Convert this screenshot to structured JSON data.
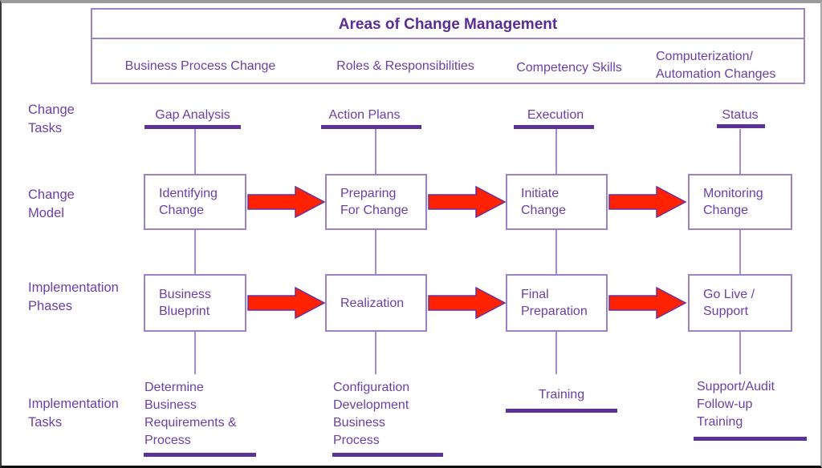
{
  "title": "Areas of Change Management",
  "row_labels": {
    "change_tasks": "Change Tasks",
    "change_model": "Change Model",
    "implementation_phases": "Implementation Phases",
    "implementation_tasks": "Implementation Tasks"
  },
  "columns": [
    {
      "area": "Business Process Change",
      "task": "Gap Analysis",
      "model": "Identifying Change",
      "phase": "Business Blueprint",
      "impl_task": "Determine Business Requirements & Process"
    },
    {
      "area": "Roles & Responsibilities",
      "task": "Action Plans",
      "model": "Preparing For Change",
      "phase": "Realization",
      "impl_task": "Configuration Development Business Process"
    },
    {
      "area": "Competency Skills",
      "task": "Execution",
      "model": "Initiate Change",
      "phase": "Final Preparation",
      "impl_task": "Training"
    },
    {
      "area": "Computerization/ Automation Changes",
      "task": "Status",
      "model": "Monitoring Change",
      "phase": "Go Live / Support",
      "impl_task": "Support/Audit Follow-up Training"
    }
  ],
  "colors": {
    "text_purple": "#6B3FA6",
    "title_purple": "#5A2D96",
    "bar_purple": "#5C3296",
    "border_purple": "#9B82C8",
    "arrow_red": "#FF2200",
    "arrow_outline": "#6A30A0"
  }
}
